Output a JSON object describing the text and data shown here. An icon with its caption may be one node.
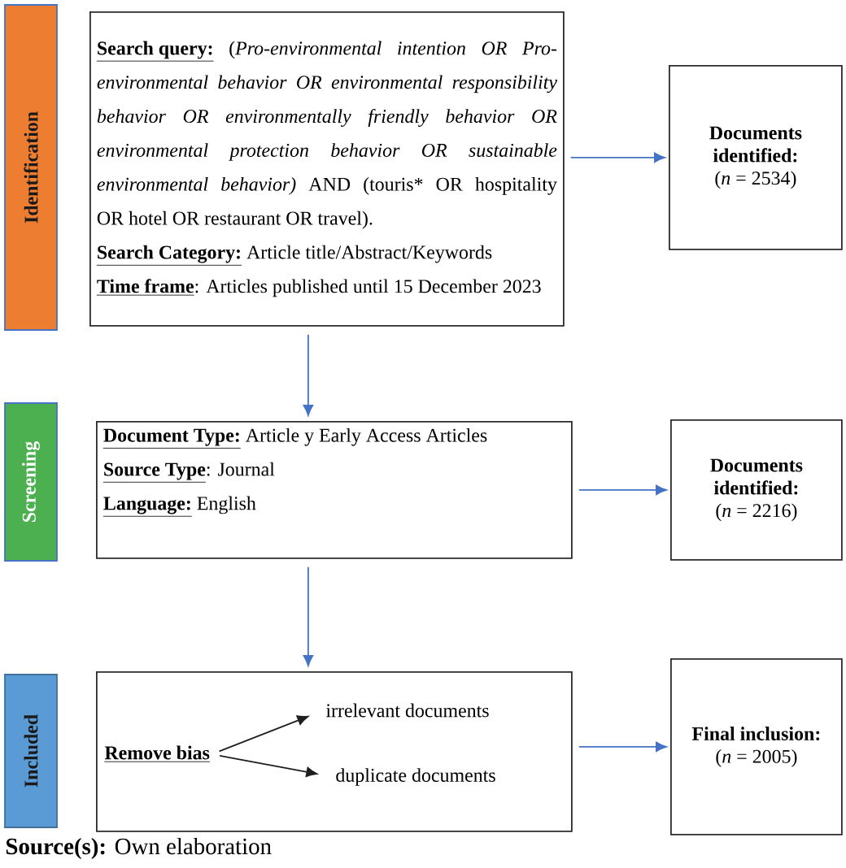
{
  "diagram": {
    "caption": "**Source(s):** Own elaboration",
    "nodes": [
      {
        "text": [
          "Identification"
        ]
      },
      {
        "text": [
          "**Search query:** (*Pro-environmental intention OR Pro-environmental behavior OR environmental responsibility behavior OR environmentally friendly behavior OR environmental protection behavior OR sustainable environmental behavior)* AND (touris* OR hospitality OR hotel OR restaurant OR travel).",
          "**Search Category:** Article title/Abstract/Keywords",
          "**Time frame**: Articles published until 15 December 2023"
        ]
      },
      {
        "text": [
          "Documents identified:",
          "(*n* = 2534)"
        ]
      },
      {
        "text": [
          "Screening"
        ]
      },
      {
        "text": [
          "**Document Type:** Article y Early Access Articles",
          "**Source Type**: Journal",
          "**Language:** English"
        ]
      },
      {
        "text": [
          "Documents identified:",
          "(*n* = 2216)"
        ]
      },
      {
        "text": [
          "Included"
        ]
      },
      {
        "text": [],
        "shape": "box"
      },
      {
        "text": [
          "Remove bias"
        ],
        "in": 7
      },
      {
        "text": [
          "irrelevant documents"
        ],
        "in": 7
      },
      {
        "text": [
          "duplicate documents"
        ],
        "in": 7
      },
      {
        "text": [
          "Final inclusion:",
          "(*n* = 2005)"
        ]
      }
    ],
    "edges": [
      {
        "from": 1,
        "to": 2,
        "arrow": "to"
      },
      {
        "from": 1,
        "to": 4,
        "arrow": "to"
      },
      {
        "from": 4,
        "to": 5,
        "arrow": "to"
      },
      {
        "from": 4,
        "to": 7,
        "arrow": "to"
      },
      {
        "from": 7,
        "to": 11,
        "arrow": "to"
      },
      {
        "from": 8,
        "to": 9,
        "arrow": "to",
        "color": "#1f1f1f"
      },
      {
        "from": 8,
        "to": 10,
        "arrow": "to",
        "color": "#1f1f1f"
      }
    ]
  }
}
